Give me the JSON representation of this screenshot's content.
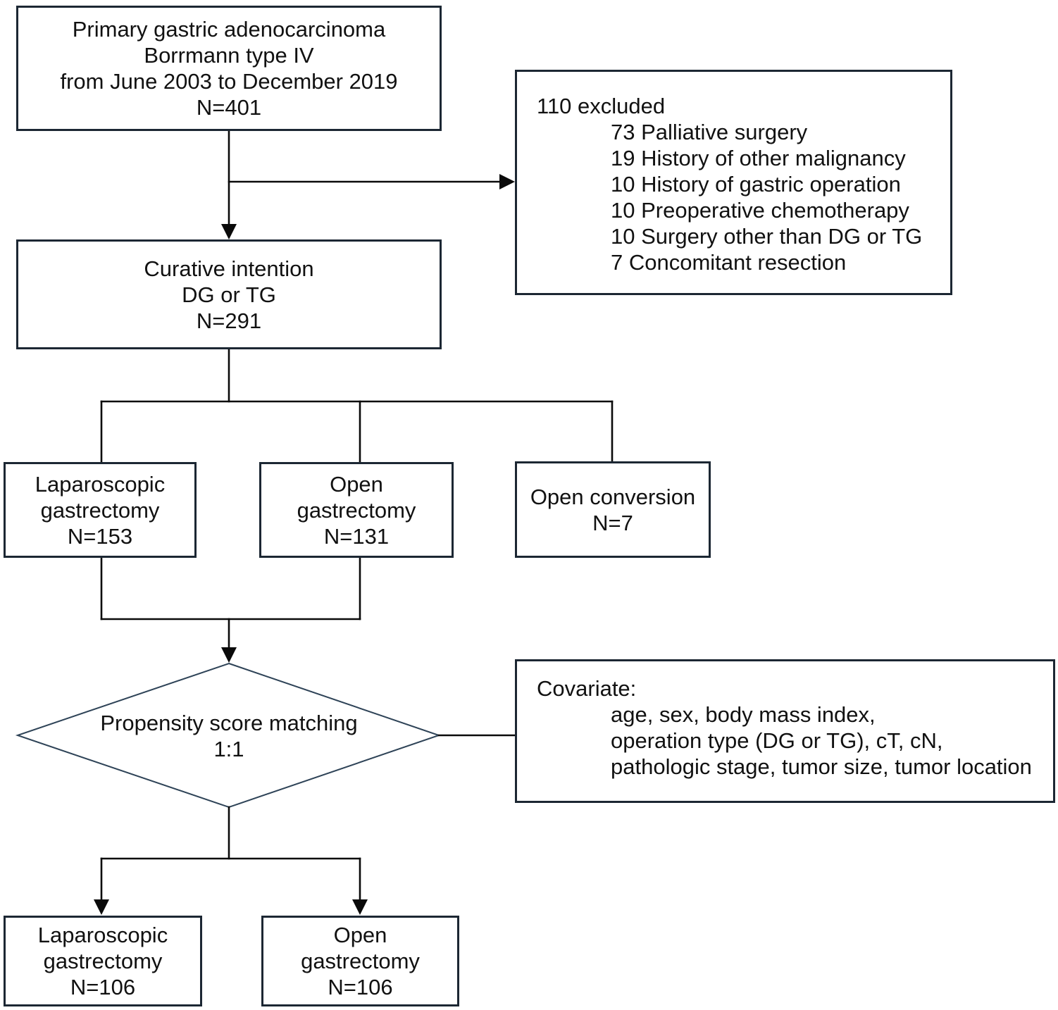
{
  "boxes": {
    "primary": {
      "lines": [
        "Primary gastric adenocarcinoma",
        "Borrmann type IV",
        "from June 2003 to December 2019",
        "N=401"
      ]
    },
    "excluded": {
      "header": "110 excluded",
      "items": [
        "73 Palliative surgery",
        "19 History of other malignancy",
        "10 History of gastric operation",
        "10 Preoperative chemotherapy",
        "10 Surgery other than DG or TG",
        "7 Concomitant resection"
      ]
    },
    "curative": {
      "lines": [
        "Curative intention",
        "DG or TG",
        "N=291"
      ]
    },
    "lap_unmatched": {
      "lines": [
        "Laparoscopic",
        "gastrectomy",
        "N=153"
      ]
    },
    "open_unmatched": {
      "lines": [
        "Open",
        "gastrectomy",
        "N=131"
      ]
    },
    "open_conversion": {
      "lines": [
        "Open conversion",
        "N=7"
      ]
    },
    "psm": {
      "lines": [
        "Propensity score matching",
        "1:1"
      ]
    },
    "covariate": {
      "header": "Covariate:",
      "items": [
        "age, sex, body mass index,",
        "operation type (DG or TG), cT, cN,",
        "pathologic stage, tumor size, tumor location"
      ]
    },
    "lap_matched": {
      "lines": [
        "Laparoscopic",
        "gastrectomy",
        "N=106"
      ]
    },
    "open_matched": {
      "lines": [
        "Open",
        "gastrectomy",
        "N=106"
      ]
    }
  },
  "colors": {
    "background": "#ffffff",
    "text": "#111111",
    "box_border": "#1c2733",
    "diamond_border": "#2e4357",
    "connector": "#0a0a0a"
  }
}
